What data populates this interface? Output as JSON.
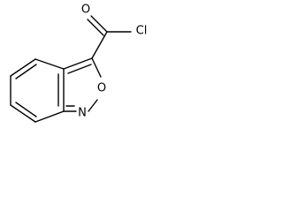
{
  "molecule": {
    "atoms": {
      "carbonyl_oxygen": "O",
      "chlorine": "Cl",
      "ring_oxygen": "O",
      "ring_nitrogen": "N"
    },
    "colors": {
      "bond": "#000000",
      "label": "#000000",
      "background": "#ffffff"
    }
  }
}
